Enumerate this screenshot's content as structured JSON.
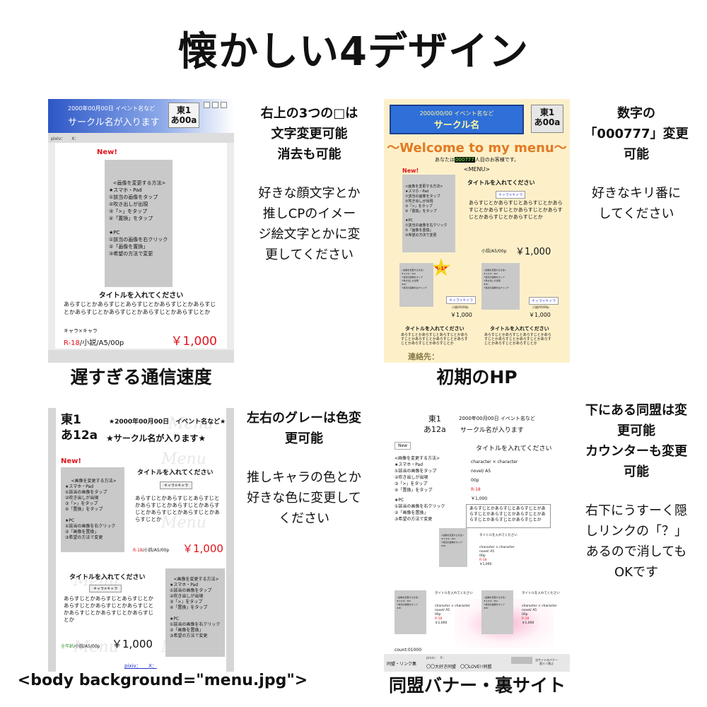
{
  "title": "懐かしい4デザイン",
  "common": {
    "date_event": "2000年00月00日 イベント名など",
    "circle_name": "サークル名が入ります",
    "space": "東1",
    "space_code": "あ00a",
    "new": "New!",
    "method_title": "<画像を変更する方法>",
    "method_sp": "★スマホ・Pad",
    "method_sp_1": "①該当の画像をタップ",
    "method_sp_2": "②吹き出しが出現",
    "method_sp_3": "③「>」をタップ",
    "method_sp_4": "④「置換」をタップ",
    "method_pc": "★PC",
    "method_pc_1": "①該当の画像を右クリック",
    "method_pc_2": "②「画像を置換」",
    "method_pc_3": "③希望の方法で変更",
    "work_title": "タイトルを入れてください",
    "synopsis": "あらすじとかあらすじとあらすじとかあらすじとかあらすじとかあらすじとかあらすじとかあらすじとかあらすじとか",
    "pair": "キャラ×キャラ",
    "r18": "R-18",
    "format": "/小説/A5/00p",
    "price": "￥1,000"
  },
  "panel1": {
    "caption": "遅すぎる通信速度",
    "pixiv": "pixiv：",
    "x": "X：",
    "note_bold": [
      "右上の3つの□は",
      "文字変更可能",
      "消去も可能"
    ],
    "note": [
      "好きな顔文字とか",
      "推しCPのイメー",
      "ジ絵文字とかに変",
      "更してください"
    ]
  },
  "panel2": {
    "caption": "初期のHP",
    "date_event": "2000/00/00 イベント名など",
    "circle_name": "サークル名",
    "welcome": "～Welcome to my menu～",
    "count_before": "あなたは",
    "count_num": "000777",
    "count_after": "人目のお客様です。",
    "menu": "<MENU>",
    "r18_star": "R-18",
    "format": "小説/A5/00p",
    "contact": "連絡先：",
    "note_bold": [
      "数字の",
      "「000777」変更",
      "可能"
    ],
    "note": [
      "好きなキリ番に",
      "してください"
    ]
  },
  "panel3": {
    "caption": "<body background=\"menu.jpg\">",
    "space_code": "あ12a",
    "date_event": "★2000年00月00日　イベント名など★",
    "circle_name": "★サークル名が入ります★",
    "watermark": "Menu",
    "format1": "R-18/小説/A5/00p",
    "format2": "全年齢/小説/A5/00p",
    "pixiv": "pixiv：",
    "x": "X：",
    "note_bold": [
      "左右のグレーは色変",
      "更可能"
    ],
    "note": [
      "推しキャラの色とか",
      "好きな色に変更して",
      "ください"
    ]
  },
  "panel4": {
    "caption": "同盟バナー・裏サイト",
    "space_code": "あ12a",
    "date_event": "2000年00月00日 イベント名など",
    "new_btn": "New",
    "info_pair": "character × character",
    "info_fmt": "novel/ A5",
    "info_pages": "00p",
    "counter": "count:01000",
    "footer_label": "同盟・リンク集",
    "footer_pixiv": "pixiv：　X：",
    "footer_friends": "〇〇大好き同盟　〇〇LOVE!!同盟",
    "footer_banner": "当サイトのバナー",
    "footer_link": "直リン禁止",
    "note_bold": [
      "下にある同盟は変",
      "更可能",
      "カウンターも変更",
      "可能"
    ],
    "note": [
      "右下にうすーく隠",
      "しリンクの「？」",
      "あるので消しても",
      "OKです"
    ]
  }
}
